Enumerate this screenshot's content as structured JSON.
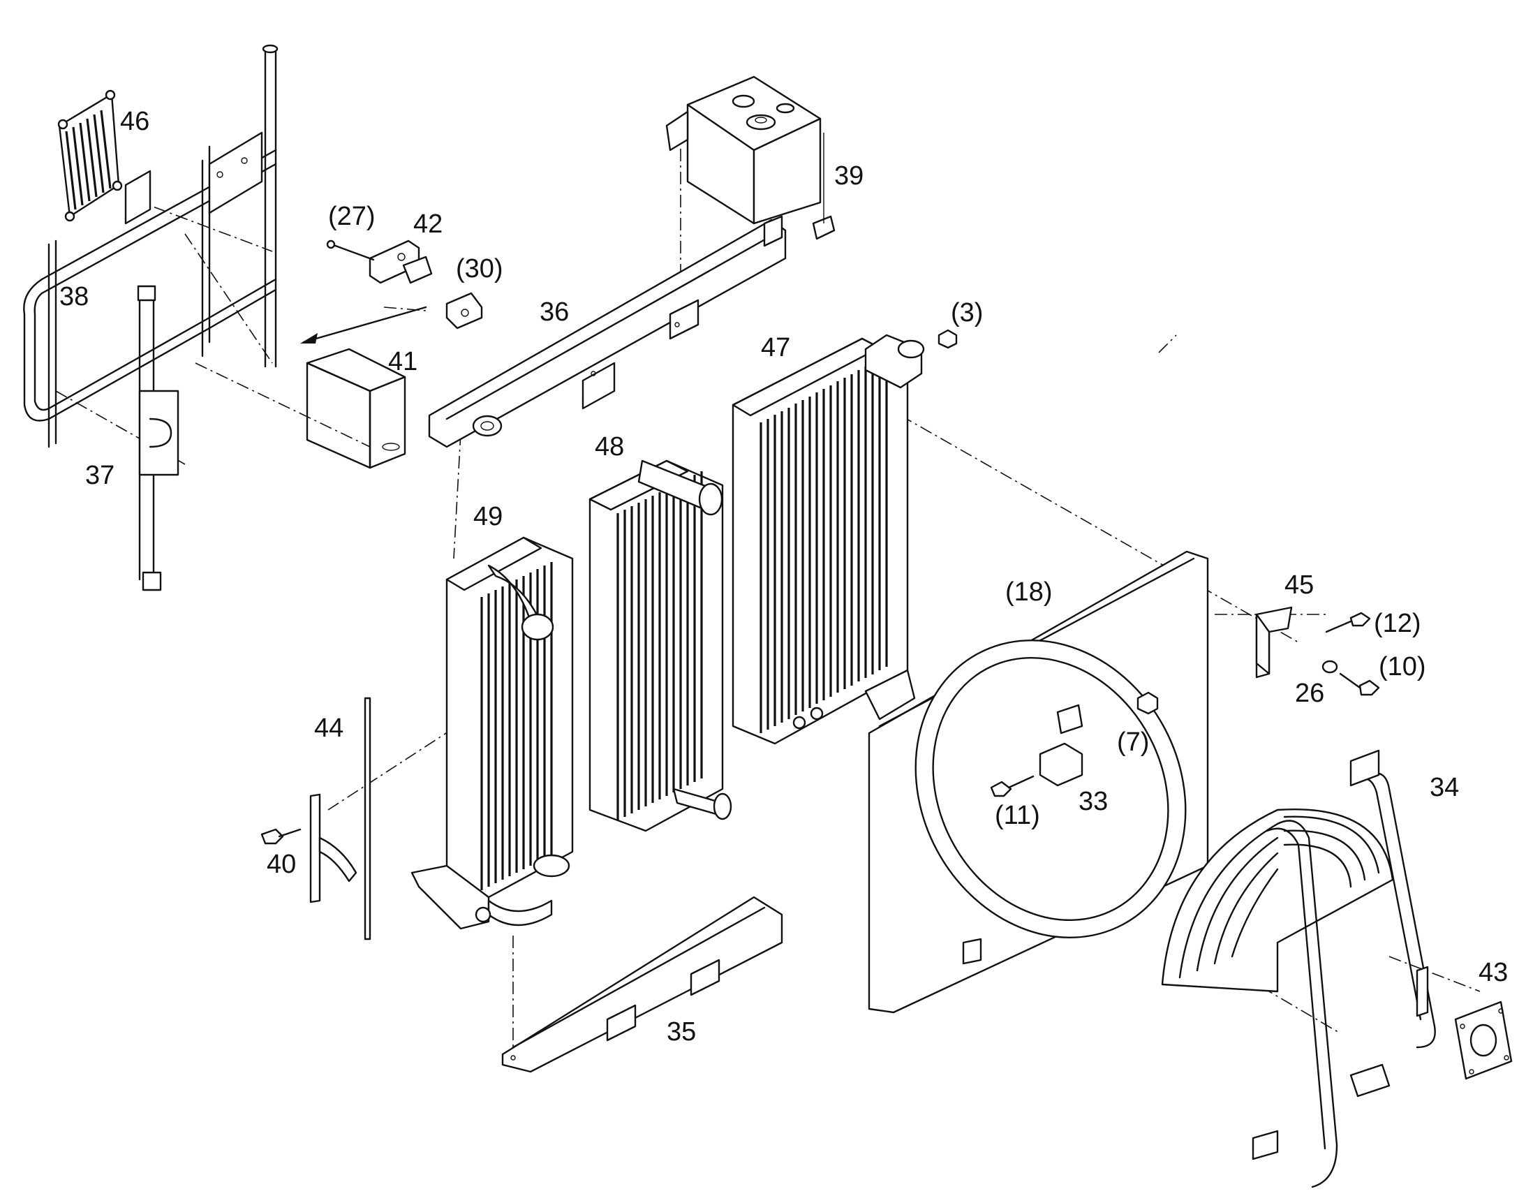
{
  "callouts": [
    {
      "id": "46",
      "label": "46"
    },
    {
      "id": "38",
      "label": "38"
    },
    {
      "id": "37",
      "label": "37"
    },
    {
      "id": "27",
      "label": "(27)"
    },
    {
      "id": "42",
      "label": "42"
    },
    {
      "id": "30",
      "label": "(30)"
    },
    {
      "id": "41",
      "label": "41"
    },
    {
      "id": "36",
      "label": "36"
    },
    {
      "id": "39",
      "label": "39"
    },
    {
      "id": "3",
      "label": "(3)"
    },
    {
      "id": "47",
      "label": "47"
    },
    {
      "id": "48",
      "label": "48"
    },
    {
      "id": "49",
      "label": "49"
    },
    {
      "id": "18",
      "label": "(18)"
    },
    {
      "id": "45",
      "label": "45"
    },
    {
      "id": "12",
      "label": "(12)"
    },
    {
      "id": "10",
      "label": "(10)"
    },
    {
      "id": "26",
      "label": "26"
    },
    {
      "id": "7",
      "label": "(7)"
    },
    {
      "id": "44",
      "label": "44"
    },
    {
      "id": "33",
      "label": "33"
    },
    {
      "id": "11",
      "label": "(11)"
    },
    {
      "id": "34",
      "label": "34"
    },
    {
      "id": "40",
      "label": "40"
    },
    {
      "id": "35",
      "label": "35"
    },
    {
      "id": "43",
      "label": "43"
    }
  ],
  "colors": {
    "line": "#111111",
    "background": "#ffffff"
  }
}
